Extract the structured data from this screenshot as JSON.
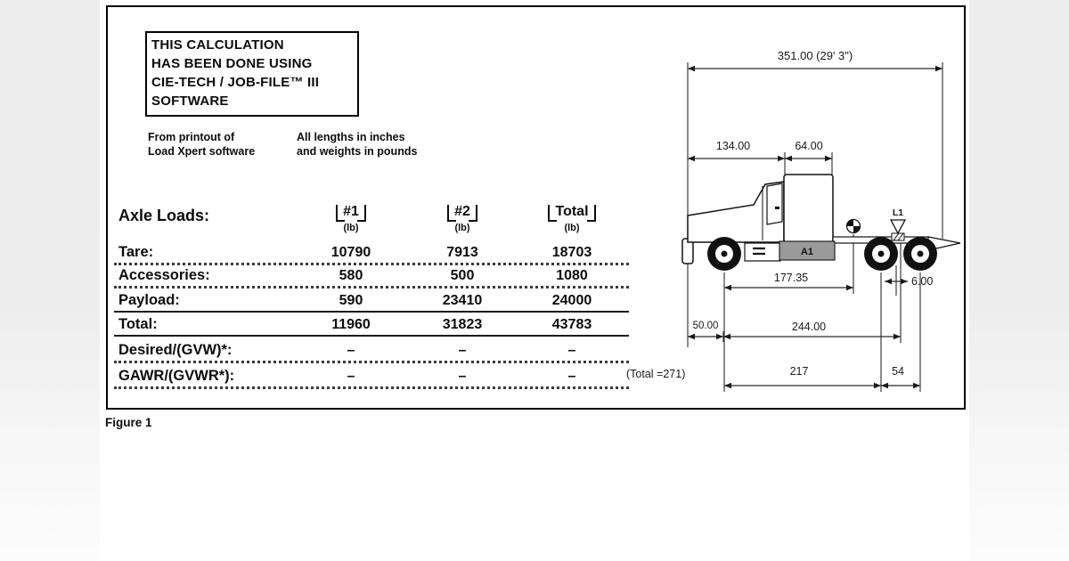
{
  "notice": {
    "l1": "THIS CALCULATION",
    "l2": "HAS BEEN DONE USING",
    "l3": "CIE-TECH / JOB-FILE™ III",
    "l4": "SOFTWARE"
  },
  "source_note": {
    "l1": "From printout of",
    "l2": "Load Xpert software"
  },
  "units_note": {
    "l1": "All lengths in inches",
    "l2": "and weights in pounds"
  },
  "table": {
    "title": "Axle Loads:",
    "columns": [
      {
        "label": "#1",
        "unit": "(lb)"
      },
      {
        "label": "#2",
        "unit": "(lb)"
      },
      {
        "label": "Total",
        "unit": "(lb)"
      }
    ],
    "rows": [
      {
        "label": "Tare:",
        "values": [
          "10790",
          "7913",
          "18703"
        ]
      },
      {
        "label": "Accessories:",
        "values": [
          "580",
          "500",
          "1080"
        ]
      },
      {
        "label": "Payload:",
        "values": [
          "590",
          "23410",
          "24000"
        ]
      },
      {
        "label": "Total:",
        "values": [
          "11960",
          "31823",
          "43783"
        ]
      },
      {
        "label": "Desired/(GVW)*:",
        "values": [
          "–",
          "–",
          "–"
        ]
      },
      {
        "label": "GAWR/(GVWR*):",
        "values": [
          "–",
          "–",
          "–"
        ]
      }
    ]
  },
  "diagram": {
    "overall_length": "351.00 (29' 3\")",
    "bumper_to_cab": "134.00",
    "sleeper_length": "64.00",
    "axle_to_cg": "177.35",
    "cg_offset": "6.00",
    "bumper_to_axle": "50.00",
    "axle_to_tandem": "244.00",
    "total_note": "(Total =271)",
    "front_to_drive1": "217",
    "drive_spread": "54",
    "load_point_label": "L1",
    "accessory_label": "A1"
  },
  "figure_caption": "Figure 1",
  "colors": {
    "accessory_fill": "#9a9a9a"
  }
}
